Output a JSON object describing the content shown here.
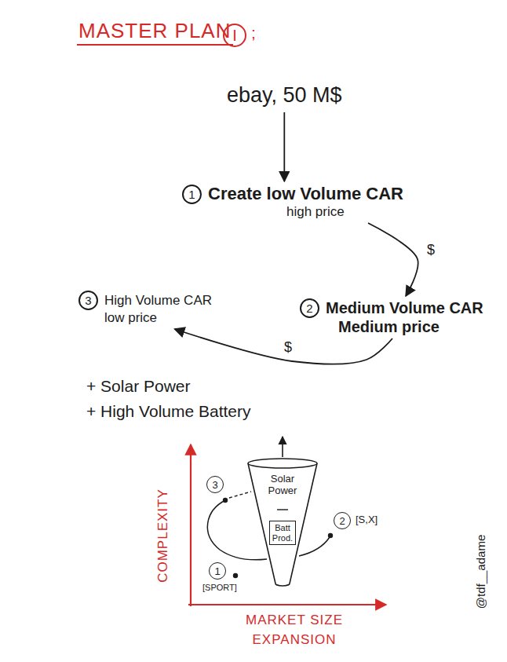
{
  "diagram": {
    "title": "MASTER PLAN",
    "nodes": [
      {
        "text": [
          "ebay, 50 M$"
        ]
      },
      {
        "text": [
          "1",
          "Create low Volume CAR",
          "high price"
        ]
      },
      {
        "text": [
          "2",
          "Medium Volume CAR",
          "Medium price"
        ]
      },
      {
        "text": [
          "3",
          "High Volume CAR",
          "low price"
        ]
      },
      {
        "text": [
          "Solar Power"
        ]
      },
      {
        "text": [
          "Batt Prod."
        ],
        "in": 4
      }
    ],
    "edges": [
      {
        "from": 0,
        "to": 1,
        "arrow": "to"
      },
      {
        "from": 1,
        "to": 2,
        "label": "$",
        "arrow": "to"
      },
      {
        "from": 2,
        "to": 3,
        "label": "$",
        "arrow": "to"
      }
    ],
    "labels": [
      "I",
      ";",
      "+ Solar Power",
      "+ High Volume Battery",
      "COMPLEXITY",
      "3",
      "2",
      "[S,X]",
      "1",
      "[SPORT]",
      "MARKET SIZE EXPANSION",
      "@tdf__adame"
    ]
  }
}
